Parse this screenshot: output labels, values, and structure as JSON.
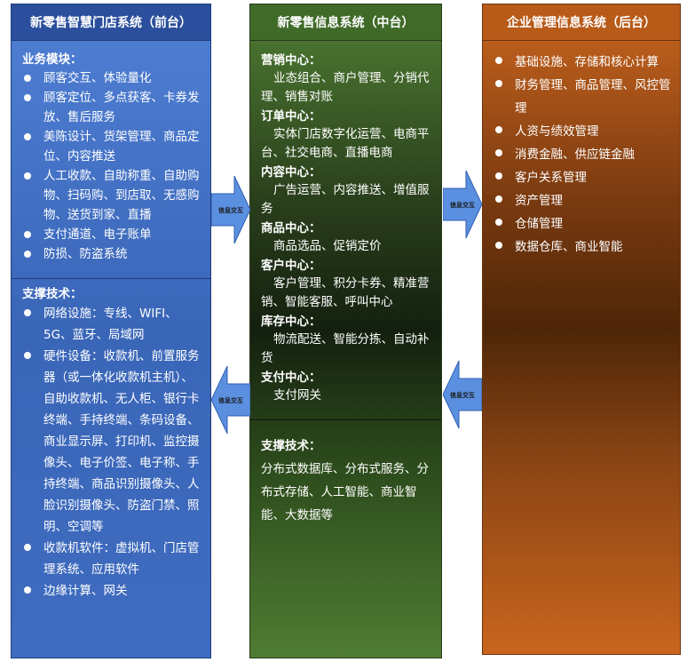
{
  "front": {
    "title": "新零售智慧门店系统（前台）",
    "business": {
      "heading": "业务模块：",
      "items": [
        "顾客交互、体验量化",
        "顾客定位、多点获客、卡券发放、售后服务",
        "美陈设计、货架管理、商品定位、内容推送",
        "人工收款、自助称重、自助购物、扫码购、到店取、无感购物、送货到家、直播",
        "支付通道、电子账单",
        "防损、防盗系统"
      ]
    },
    "tech": {
      "heading": "支撑技术：",
      "items": [
        "网络设施：专线、WIFI、5G、蓝牙、局域网",
        "硬件设备：收款机、前置服务器（或一体化收款机主机）、自助收款机、无人柜、银行卡终端、手持终端、条码设备、商业显示屏、打印机、监控摄像头、电子价签、电子称、手持终端、商品识别摄像头、人脸识别摄像头、防盗门禁、照明、空调等",
        "收款机软件：虚拟机、门店管理系统、应用软件",
        "边缘计算、网关"
      ]
    }
  },
  "middle": {
    "title": "新零售信息系统（中台）",
    "sections": [
      {
        "heading": "营销中心：",
        "body": "业态组合、商户管理、分销代理、销售对账"
      },
      {
        "heading": "订单中心：",
        "body": "实体门店数字化运营、电商平台、社交电商、直播电商"
      },
      {
        "heading": "内容中心：",
        "body": "广告运营、内容推送、增值服务"
      },
      {
        "heading": "商品中心：",
        "body": "商品选品、促销定价"
      },
      {
        "heading": "客户中心：",
        "body": "客户管理、积分卡券、精准营销、智能客服、呼叫中心"
      },
      {
        "heading": "库存中心：",
        "body": "物流配送、智能分拣、自动补货"
      },
      {
        "heading": "支付中心：",
        "body": "支付网关"
      }
    ],
    "tech": {
      "heading": "支撑技术：",
      "body": "分布式数据库、分布式服务、分布式存储、人工智能、商业智能、大数据等"
    }
  },
  "back": {
    "title": "企业管理信息系统（后台）",
    "items": [
      "基础设施、存储和核心计算",
      "财务管理、商品管理、风控管理",
      "人资与绩效管理",
      "消费金融、供应链金融",
      "客户关系管理",
      "资产管理",
      "仓储管理",
      "数据仓库、商业智能"
    ]
  },
  "arrows": {
    "label": "信息交互"
  },
  "colors": {
    "front_top": "#4a7ad0",
    "front_bottom": "#2a4d9a",
    "middle_top": "#4d7a32",
    "middle_mid": "#1a2a14",
    "middle_bottom": "#4d7a32",
    "back_top": "#c8601a",
    "back_mid": "#5a2c0a",
    "back_bottom": "#c8601a",
    "arrow_fill": "#5b8fe0"
  }
}
